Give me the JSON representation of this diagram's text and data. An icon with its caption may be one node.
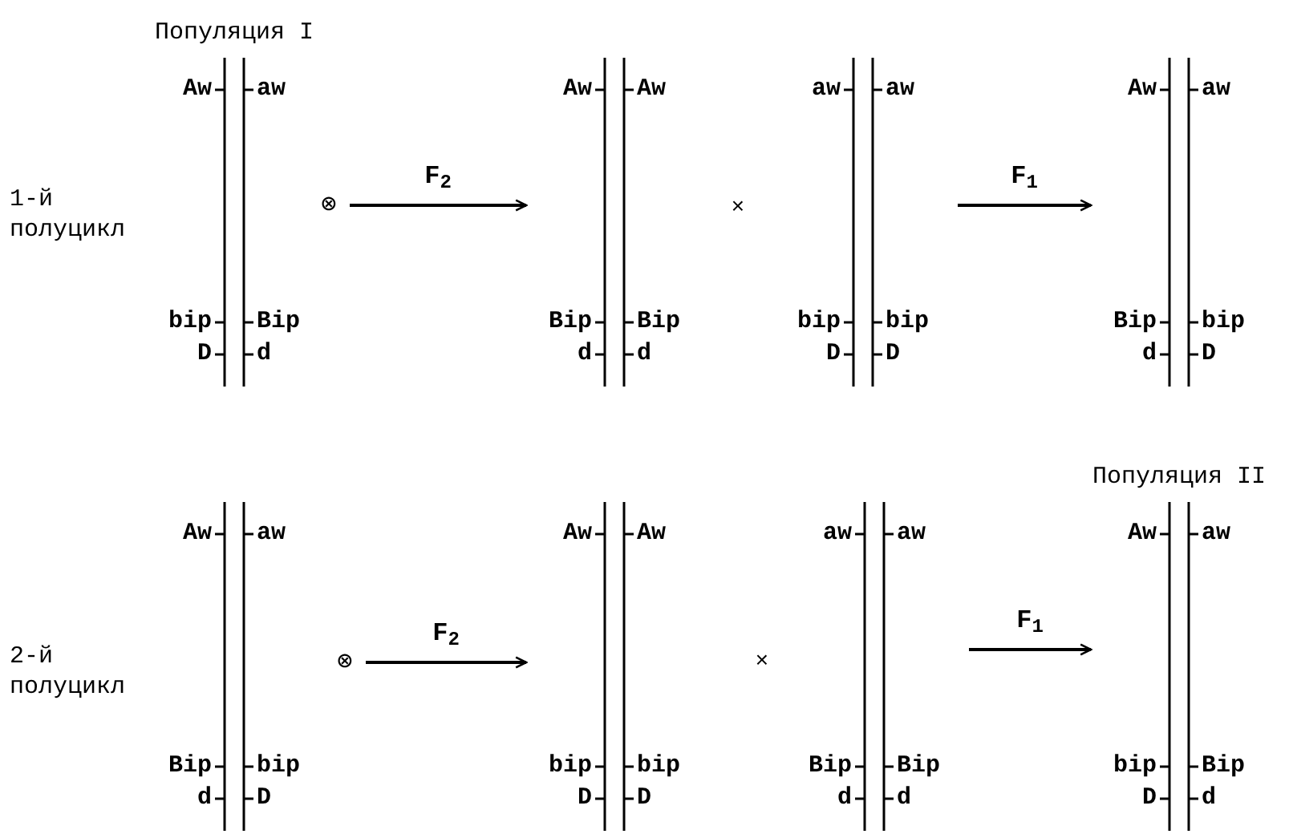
{
  "diagram": {
    "nodes": [
      {
        "text": [
          "Aw",
          "aw",
          "bip",
          "Bip",
          "D",
          "d"
        ],
        "beside": [
          "Популяция I"
        ]
      },
      {
        "text": [
          "⊗"
        ]
      },
      {
        "text": [
          "Aw",
          "Aw",
          "Bip",
          "Bip",
          "d",
          "d"
        ]
      },
      {
        "text": [
          "aw",
          "aw",
          "bip",
          "bip",
          "D",
          "D"
        ]
      },
      {
        "text": [
          "Aw",
          "aw",
          "Bip",
          "bip",
          "d",
          "D"
        ]
      },
      {
        "text": [
          "Aw",
          "aw",
          "Bip",
          "bip",
          "d",
          "D"
        ]
      },
      {
        "text": [
          "⊗"
        ]
      },
      {
        "text": [
          "Aw",
          "Aw",
          "bip",
          "bip",
          "D",
          "D"
        ]
      },
      {
        "text": [
          "aw",
          "aw",
          "Bip",
          "Bip",
          "d",
          "d"
        ]
      },
      {
        "text": [
          "Aw",
          "aw",
          "bip",
          "Bip",
          "D",
          "d"
        ],
        "beside": [
          "Популяция II"
        ]
      }
    ],
    "edges": [
      {
        "from": 1,
        "to": 2,
        "arrow": "to",
        "label": "F$_{2}$"
      },
      {
        "from": 3,
        "to": 4,
        "arrow": "to",
        "label": "F$_{1}$"
      },
      {
        "from": 6,
        "to": 7,
        "arrow": "to",
        "label": "F$_{2}$"
      },
      {
        "from": 8,
        "to": 9,
        "arrow": "to",
        "label": "F$_{1}$"
      }
    ],
    "labels": [
      "1-й полуцикл",
      "×",
      "2-й полуцикл",
      "×"
    ]
  }
}
